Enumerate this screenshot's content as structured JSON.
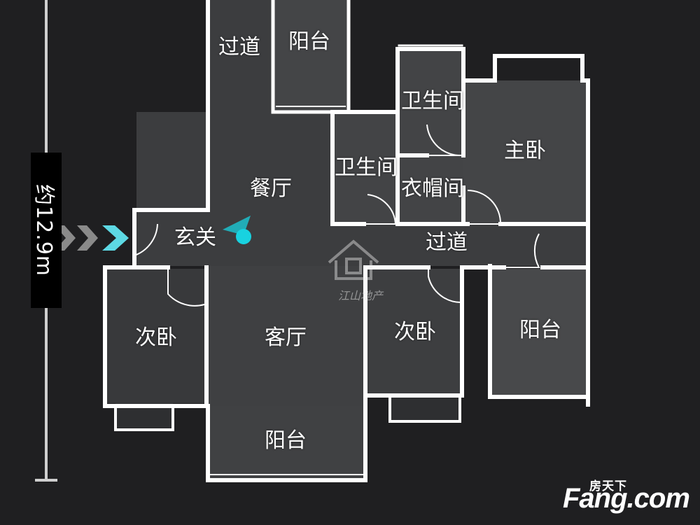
{
  "rooms": {
    "corridor_top": "过道",
    "balcony_top": "阳台",
    "bathroom_right": "卫生间",
    "bathroom_mid": "卫生间",
    "master_bedroom": "主卧",
    "dining_room": "餐厅",
    "cloakroom": "衣帽间",
    "entrance": "玄关",
    "corridor_mid": "过道",
    "bedroom_left": "次卧",
    "living_room": "客厅",
    "bedroom_mid": "次卧",
    "balcony_right": "阳台",
    "balcony_bottom": "阳台"
  },
  "dimension": {
    "label": "约12.9m"
  },
  "watermark": {
    "caption": "江山地产"
  },
  "brand": {
    "cn": "房天下",
    "en": "Fang.com"
  },
  "colors": {
    "background": "#1f1f21",
    "wall": "#ffffff",
    "floor": "#3c3d3f",
    "marker": "#18d2e0",
    "arrow_light": "#5dd9e4",
    "arrow_gray": "#8a8a8a"
  }
}
